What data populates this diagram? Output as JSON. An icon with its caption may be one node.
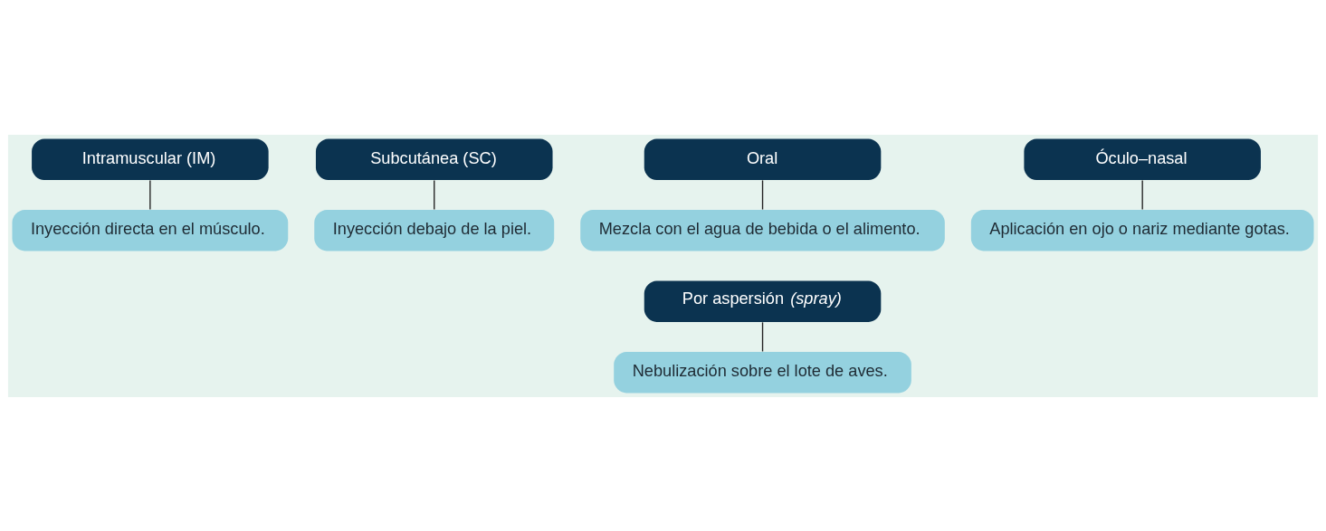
{
  "diagram": {
    "nodes": [
      {
        "text": [
          "Intramuscular (IM)"
        ]
      },
      {
        "text": [
          "Inyección directa en el músculo."
        ]
      },
      {
        "text": [
          "Subcutánea (SC)"
        ]
      },
      {
        "text": [
          "Inyección debajo de la piel."
        ]
      },
      {
        "text": [
          "Oral"
        ]
      },
      {
        "text": [
          "Mezcla con el agua de bebida o el alimento."
        ]
      },
      {
        "text": [
          "Óculo–nasal"
        ]
      },
      {
        "text": [
          "Aplicación en ojo o nariz mediante gotas."
        ]
      },
      {
        "text": [
          "Por aspersión *(spray)*"
        ]
      },
      {
        "text": [
          "Nebulización sobre el lote de aves."
        ]
      }
    ],
    "edges": [
      {
        "from": 0,
        "to": 1,
        "arrow": "none"
      },
      {
        "from": 2,
        "to": 3,
        "arrow": "none"
      },
      {
        "from": 4,
        "to": 5,
        "arrow": "none"
      },
      {
        "from": 6,
        "to": 7,
        "arrow": "none"
      },
      {
        "from": 8,
        "to": 9,
        "arrow": "none"
      }
    ]
  }
}
